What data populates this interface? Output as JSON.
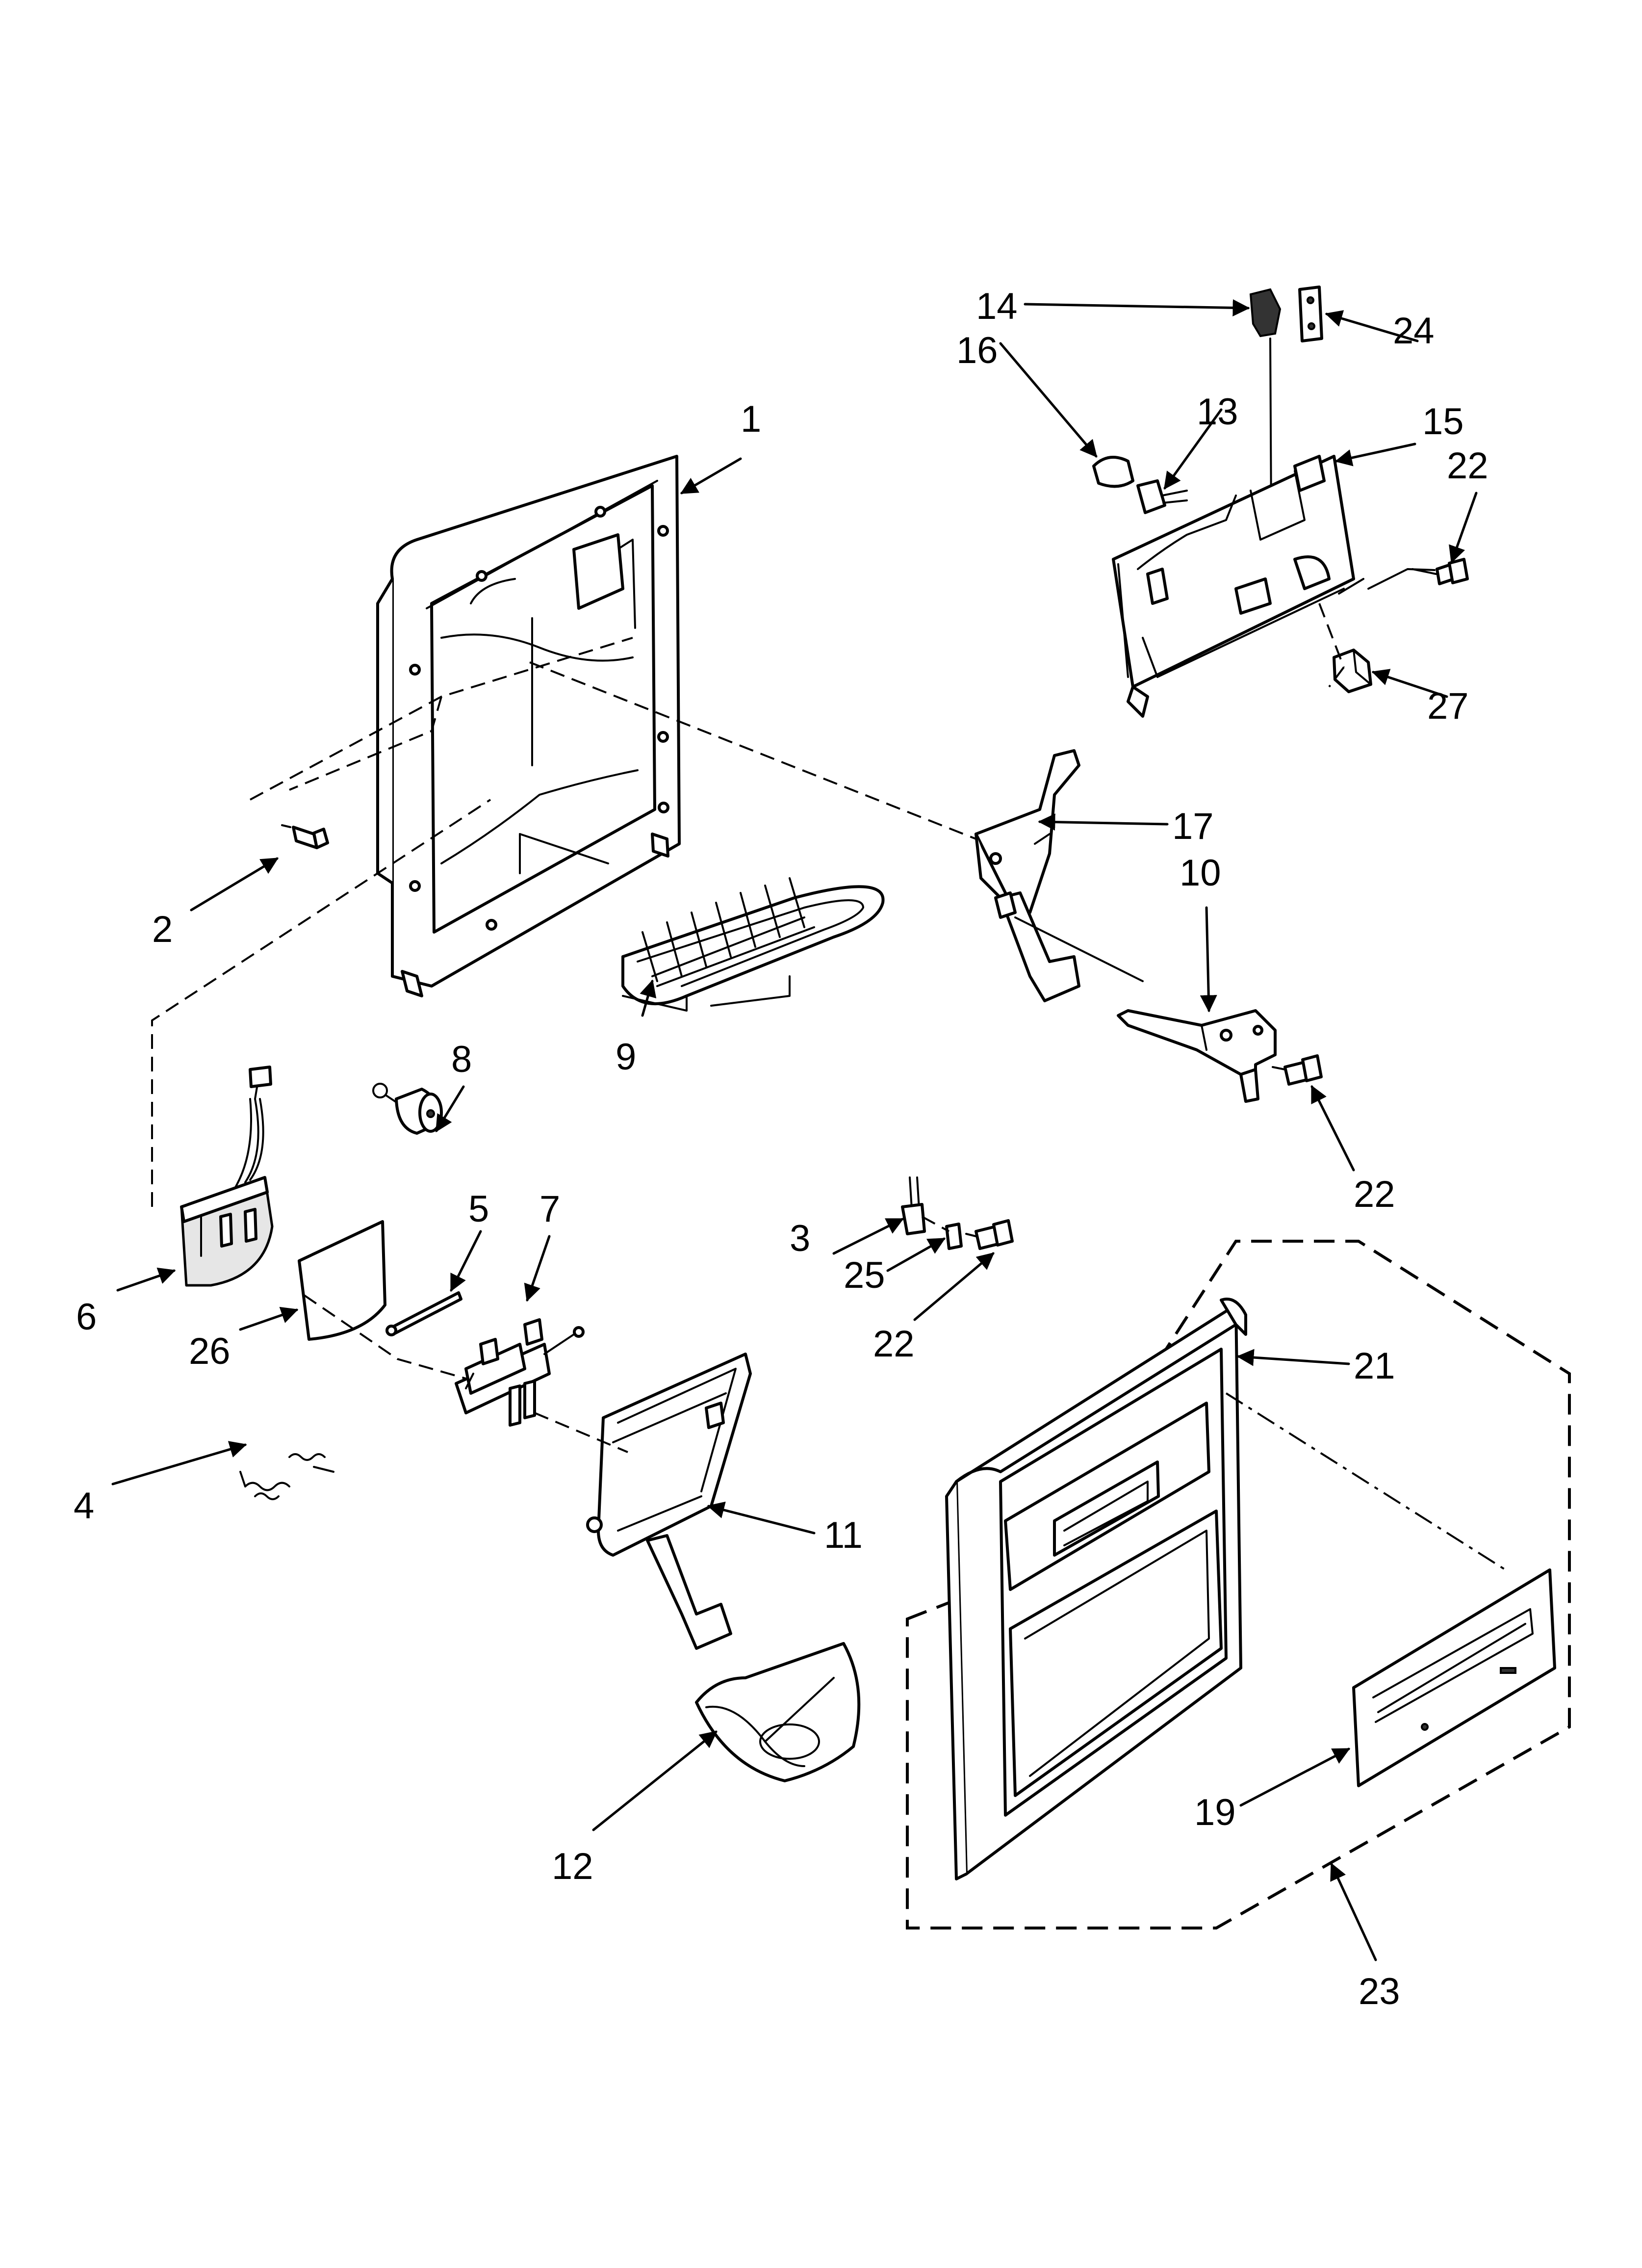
{
  "diagram": {
    "labels": {
      "c1": "1",
      "c2": "2",
      "c3": "3",
      "c4": "4",
      "c5": "5",
      "c6": "6",
      "c7": "7",
      "c8": "8",
      "c9": "9",
      "c10": "10",
      "c11": "11",
      "c12": "12",
      "c13": "13",
      "c14": "14",
      "c15": "15",
      "c16": "16",
      "c17": "17",
      "c19": "19",
      "c21": "21",
      "c22a": "22",
      "c22b": "22",
      "c22c": "22",
      "c23": "23",
      "c24": "24",
      "c25": "25",
      "c26": "26",
      "c27": "27"
    }
  }
}
